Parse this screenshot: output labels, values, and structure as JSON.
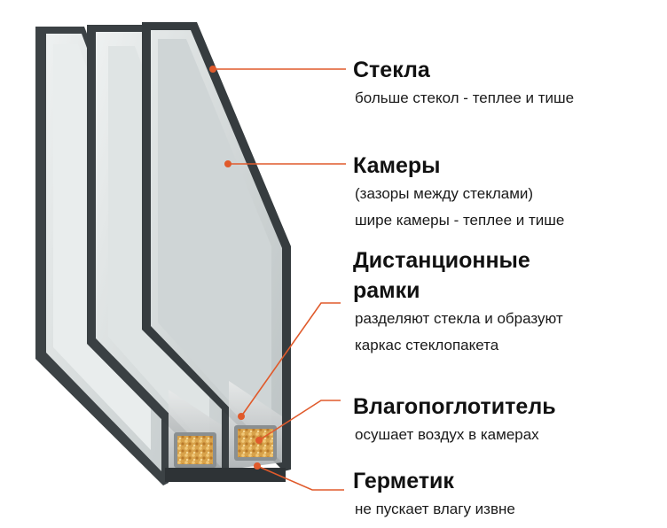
{
  "accent_color": "#e05a2b",
  "callouts": [
    {
      "id": "glass",
      "title": "Стекла",
      "lines": [
        "больше стекол - теплее и тише"
      ]
    },
    {
      "id": "chambers",
      "title": "Камеры",
      "lines": [
        "(зазоры между стеклами)",
        "шире камеры - теплее и тише"
      ]
    },
    {
      "id": "spacers",
      "title_lines": [
        "Дистанционные",
        "рамки"
      ],
      "lines": [
        "разделяют стекла и образуют",
        "каркас стеклопакета"
      ]
    },
    {
      "id": "desiccant",
      "title": "Влагопоглотитель",
      "lines": [
        "осушает воздух в камерах"
      ]
    },
    {
      "id": "sealant",
      "title": "Герметик",
      "lines": [
        "не пускает влагу извне"
      ]
    }
  ]
}
